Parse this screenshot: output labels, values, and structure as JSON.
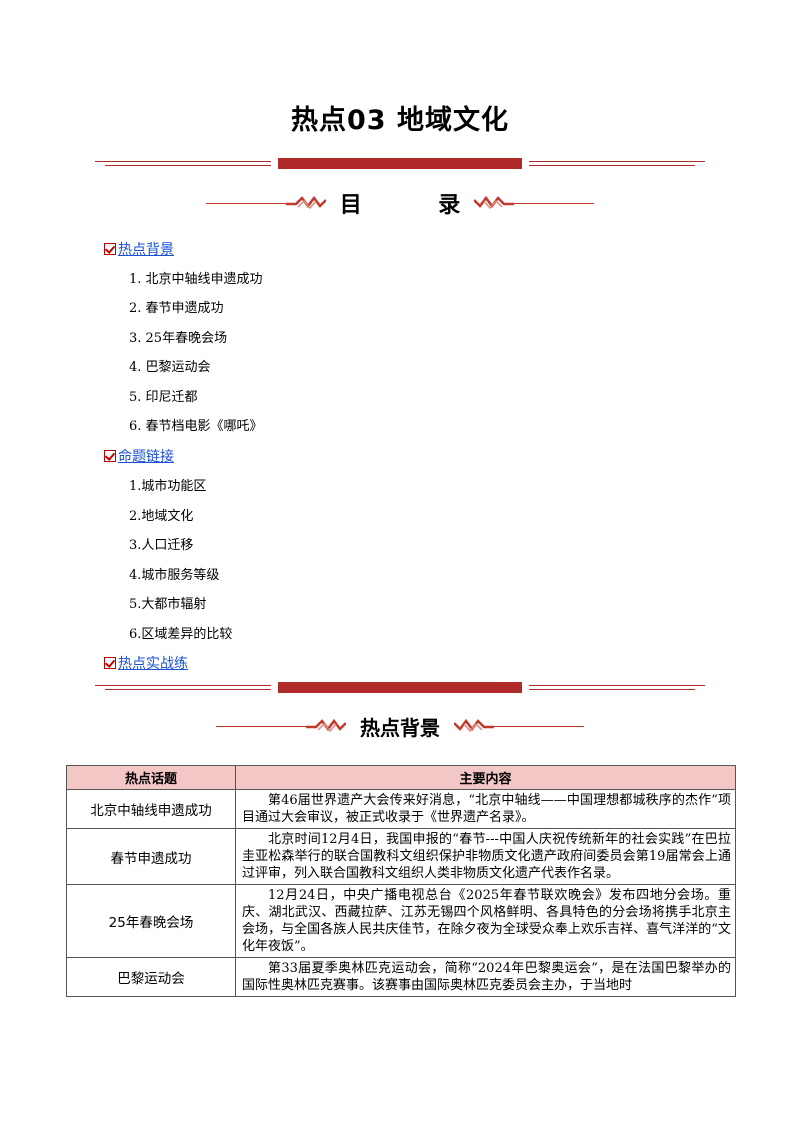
{
  "title": "热点03  地域文化",
  "toc_heading": "目          录",
  "toc": [
    {
      "label": "热点背景",
      "items": [
        "1. 北京中轴线申遗成功",
        "2. 春节申遗成功",
        "3. 25年春晚会场",
        "4. 巴黎运动会",
        "5. 印尼迁都",
        "6. 春节档电影《哪吒》"
      ]
    },
    {
      "label": "命题链接",
      "items": [
        "1.城市功能区",
        "2.地域文化",
        "3.人口迁移",
        "4.城市服务等级",
        "5.大都市辐射",
        "6.区域差异的比较"
      ]
    },
    {
      "label": "热点实战练",
      "items": []
    }
  ],
  "section_heading": "热点背景",
  "table": {
    "headers": [
      "热点话题",
      "主要内容"
    ],
    "rows": [
      {
        "topic": "北京中轴线申遗成功",
        "content": "第46届世界遗产大会传来好消息，“北京中轴线——中国理想都城秩序的杰作”项目通过大会审议，被正式收录于《世界遗产名录》。"
      },
      {
        "topic": "春节申遗成功",
        "content": "北京时间12月4日，我国申报的“春节---中国人庆祝传统新年的社会实践”在巴拉圭亚松森举行的联合国教科文组织保护非物质文化遗产政府间委员会第19届常会上通过评审，列入联合国教科文组织人类非物质文化遗产代表作名录。"
      },
      {
        "topic": "25年春晚会场",
        "content": "12月24日，中央广播电视总台《2025年春节联欢晚会》发布四地分会场。重庆、湖北武汉、西藏拉萨、江苏无锡四个风格鲜明、各具特色的分会场将携手北京主会场，与全国各族人民共庆佳节，在除夕夜为全球受众奉上欢乐吉祥、喜气洋洋的“文化年夜饭”。"
      },
      {
        "topic": "巴黎运动会",
        "content": "第33届夏季奥林匹克运动会，简称“2024年巴黎奥运会”，是在法国巴黎举办的国际性奥林匹克赛事。该赛事由国际奥林匹克委员会主办，于当地时"
      }
    ]
  },
  "colors": {
    "accent": "#b02a2a",
    "link": "#1a4fd6",
    "header_fill": "#f4c7c7"
  }
}
